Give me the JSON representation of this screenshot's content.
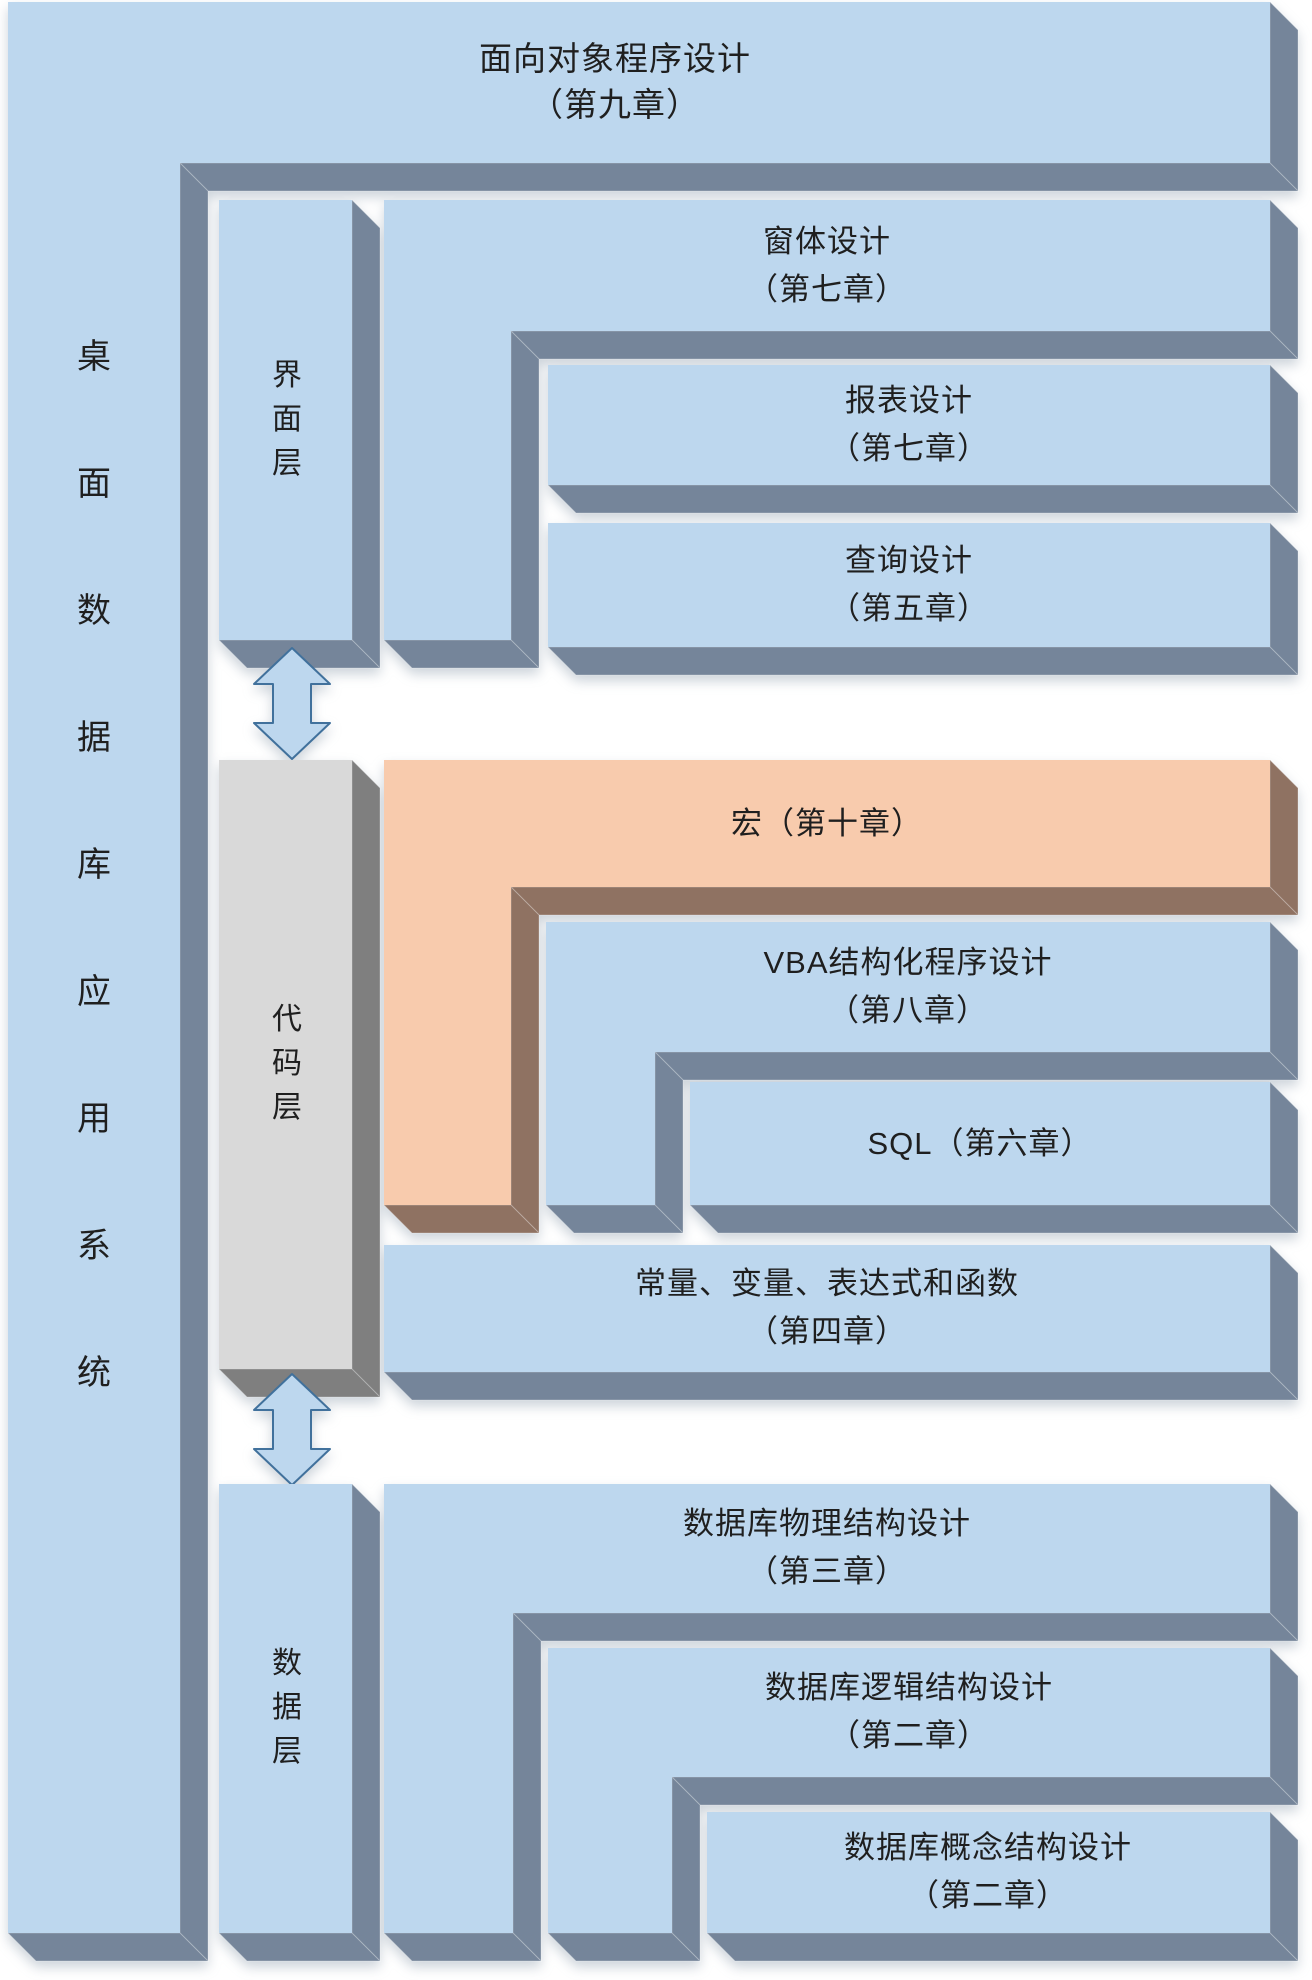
{
  "title": {
    "line1": "面向对象程序设计",
    "line2": "（第九章）"
  },
  "left_bar": {
    "label": "桌面数据库应用系统"
  },
  "layers": [
    {
      "id": "ui",
      "label": "界面层"
    },
    {
      "id": "code",
      "label": "代码层"
    },
    {
      "id": "data",
      "label": "数据层"
    }
  ],
  "boxes": [
    {
      "id": "form-design",
      "line1": "窗体设计",
      "line2": "（第七章）"
    },
    {
      "id": "report-design",
      "line1": "报表设计",
      "line2": "（第七章）"
    },
    {
      "id": "query-design",
      "line1": "查询设计",
      "line2": "（第五章）"
    },
    {
      "id": "macro",
      "line1": "宏（第十章）",
      "line2": ""
    },
    {
      "id": "vba",
      "line1": "VBA结构化程序设计",
      "line2": "（第八章）"
    },
    {
      "id": "sql",
      "line1": "SQL（第六章）",
      "line2": ""
    },
    {
      "id": "const-var",
      "line1": "常量、变量、表达式和函数",
      "line2": "（第四章）"
    },
    {
      "id": "physical-design",
      "line1": "数据库物理结构设计",
      "line2": "（第三章）"
    },
    {
      "id": "logical-design",
      "line1": "数据库逻辑结构设计",
      "line2": "（第二章）"
    },
    {
      "id": "concept-design",
      "line1": "数据库概念结构设计",
      "line2": "（第二章）"
    }
  ],
  "arrows": [
    {
      "id": "arrow-ui-code",
      "type": "double-headed-vertical"
    },
    {
      "id": "arrow-code-data",
      "type": "double-headed-vertical"
    }
  ],
  "colors": {
    "box_blue": "#BDD7EE",
    "blue_shadow": "#75859A",
    "code_gray": "#D9D9D9",
    "gray_shadow": "#7F7F7F",
    "macro_orange": "#F8CBAD",
    "orange_shadow": "#8F7262",
    "arrow_fill": "#BDD7EE",
    "arrow_stroke": "#41719C",
    "text": "#1F1F1F",
    "background": "#FFFFFF"
  }
}
